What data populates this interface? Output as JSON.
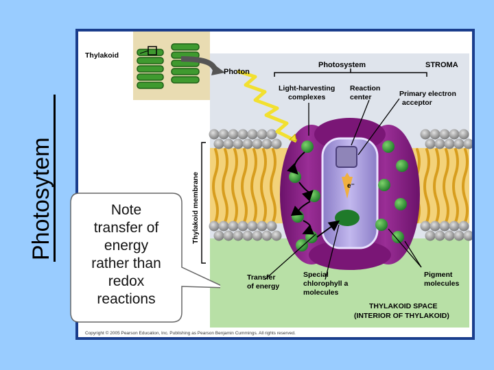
{
  "slide": {
    "title": "Photosytem",
    "callout_lines": [
      "Note",
      "transfer of",
      "energy",
      "rather than",
      "redox",
      "reactions"
    ]
  },
  "figure": {
    "label_thylakoid": "Thylakoid",
    "label_photon": "Photon",
    "label_photosystem": "Photosystem",
    "label_stroma": "STROMA",
    "label_light_harvesting": [
      "Light-harvesting",
      "complexes"
    ],
    "label_reaction_center": [
      "Reaction",
      "center"
    ],
    "label_primary_acceptor": [
      "Primary electron",
      "acceptor"
    ],
    "label_membrane": "Thylakoid membrane",
    "label_transfer": [
      "Transfer",
      "of energy"
    ],
    "label_special": [
      "Special",
      "chlorophyll a",
      "molecules"
    ],
    "label_pigment": [
      "Pigment",
      "molecules"
    ],
    "label_space": [
      "THYLAKOID SPACE",
      "(INTERIOR OF THYLAKOID)"
    ],
    "electron_symbol": "e⁻",
    "copyright": "Copyright © 2005 Pearson Education, Inc. Publishing as Pearson Benjamin Cummings. All rights reserved."
  },
  "colors": {
    "background": "#99ccff",
    "stroma": "#dfe4ec",
    "thylakoid_space": "#b8e0a6",
    "lipid_head": "#8f8f8f",
    "lipid_tail": "#e8b83a",
    "protein_purple": "#8a1f86",
    "reaction_center": "#a79bd8",
    "chlorophyll": "#2f9a3a",
    "photon": "#f2e030"
  }
}
